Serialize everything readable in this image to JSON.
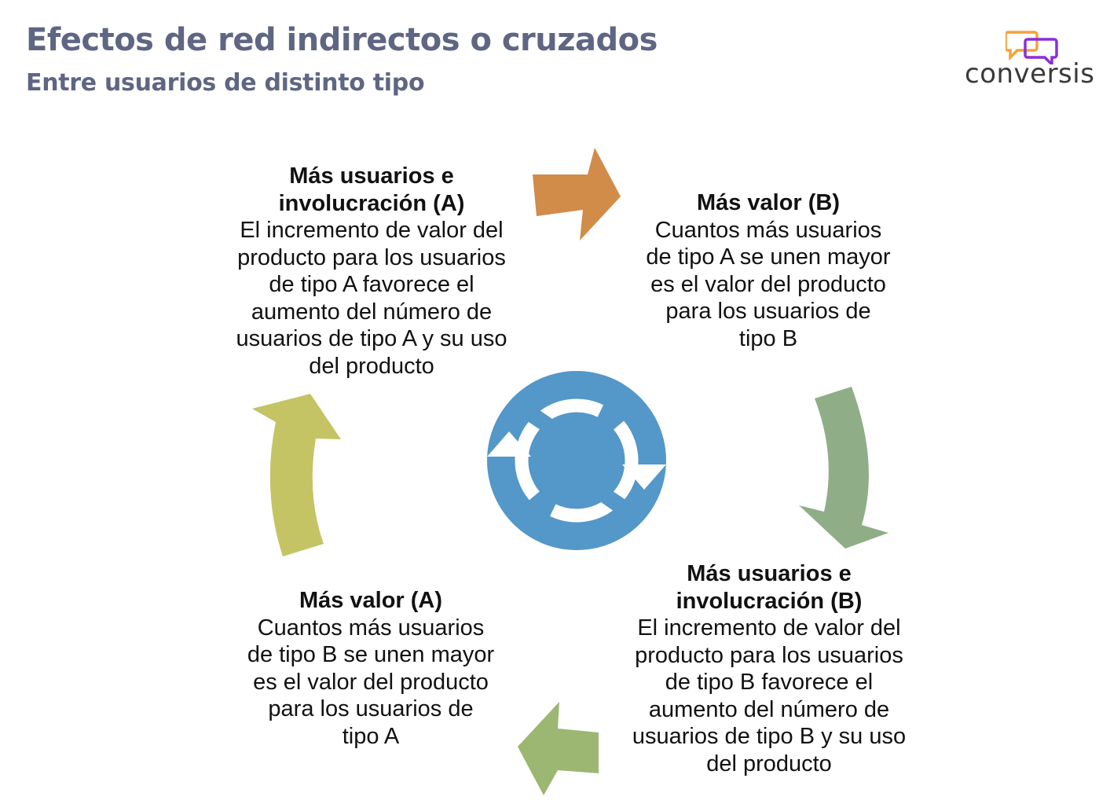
{
  "header": {
    "title": "Efectos de red indirectos o cruzados",
    "subtitle": "Entre usuarios de distinto tipo"
  },
  "logo": {
    "text": "conversis",
    "icon": "speech-bubbles-icon",
    "colors": {
      "orange": "#f2a33a",
      "purple": "#8b2fd6"
    }
  },
  "center_icon": {
    "name": "refresh-cycle-icon",
    "color": "#5497c9"
  },
  "nodes": {
    "top_left": {
      "head": "Más usuarios e\ninvolucración (A)",
      "body": "El incremento de valor del\nproducto para los usuarios\nde tipo A  favorece el\naumento del número de\nusuarios de tipo A y su uso\ndel producto"
    },
    "top_right": {
      "head": "Más valor (B)",
      "body": "Cuantos más usuarios\nde tipo A se unen mayor\nes el valor del producto\npara los usuarios de\ntipo B"
    },
    "bottom_right": {
      "head": "Más usuarios e\ninvolucración (B)",
      "body": "El incremento de valor del\nproducto para los usuarios\nde tipo B  favorece el\naumento del número de\nusuarios de tipo B y su uso\ndel producto"
    },
    "bottom_left": {
      "head": "Más valor (A)",
      "body": "Cuantos más usuarios\nde tipo B se unen mayor\nes el valor del producto\npara los usuarios de\ntipo A"
    }
  },
  "arrow_colors": {
    "top": "#d08c48",
    "right": "#8fae88",
    "bottom": "#9bb771",
    "left": "#c4c465"
  }
}
